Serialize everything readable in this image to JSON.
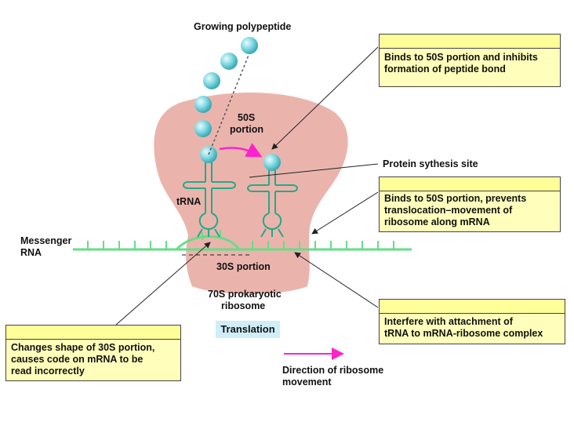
{
  "labels": {
    "growing_polypeptide": "Growing polypeptide",
    "portion_50s_line1": "50S",
    "portion_50s_line2": "portion",
    "trna": "tRNA",
    "messenger_rna_line1": "Messenger",
    "messenger_rna_line2": "RNA",
    "portion_30s": "30S portion",
    "ribosome_line1": "70S prokaryotic",
    "ribosome_line2": "ribosome",
    "protein_synthesis_site": "Protein sythesis site",
    "translation": "Translation",
    "direction_line1": "Direction of ribosome",
    "direction_line2": "movement"
  },
  "boxes": {
    "box1": {
      "lines": [
        "Binds to 50S portion and inhibits",
        "formation of peptide bond"
      ]
    },
    "box2": {
      "lines": [
        "Binds to 50S portion, prevents",
        "translocation–movement of",
        "ribosome along mRNA"
      ]
    },
    "box3": {
      "lines": [
        "Interfere with attachment of",
        "tRNA to mRNA-ribosome complex"
      ]
    },
    "box4": {
      "lines": [
        "Changes shape of 30S portion,",
        "causes code on mRNA to be",
        "read incorrectly"
      ]
    }
  },
  "colors": {
    "ribosome": "#eab4ad",
    "mrna": "#66dd88",
    "trna": "#22aa88",
    "bead": "#7fd8e0",
    "arrow": "#ff22cc",
    "box_fill": "#ffffbb",
    "translation_fill": "#cfeef7"
  }
}
